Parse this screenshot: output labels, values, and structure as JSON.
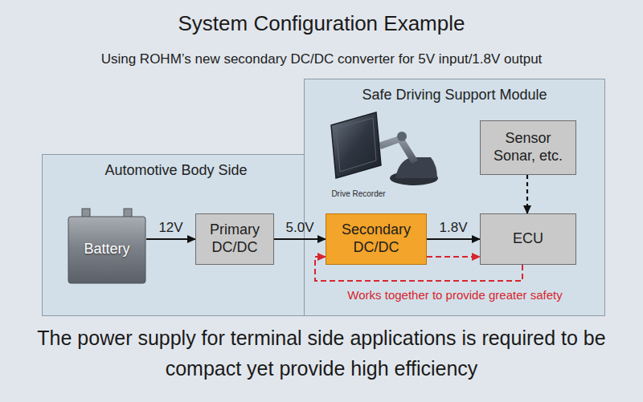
{
  "diagram": {
    "title": "System Configuration Example",
    "caption": "The power supply for terminal side applications is required to be compact yet provide high efficiency",
    "nodes": [
      {
        "text": [
          "Automotive Body Side"
        ]
      },
      {
        "text": [
          "Battery"
        ],
        "in": 0
      },
      {
        "text": [
          "Primary DC/DC"
        ],
        "in": 0
      },
      {
        "text": [
          "Safe Driving Support Module"
        ]
      },
      {
        "text": [
          "Sensor Sonar, etc."
        ],
        "in": 3
      },
      {
        "text": [
          "Secondary DC/DC"
        ],
        "in": 3
      },
      {
        "text": [
          "ECU"
        ],
        "in": 3
      }
    ],
    "edges": [
      {
        "from": 1,
        "to": 2,
        "arrow": "to",
        "label": "12V"
      },
      {
        "from": 2,
        "to": 5,
        "arrow": "to",
        "label": "5.0V"
      },
      {
        "from": 5,
        "to": 6,
        "arrow": "to",
        "label": "1.8V"
      },
      {
        "from": 4,
        "to": 6,
        "arrow": "to"
      },
      {
        "from": 5,
        "to": 6,
        "arrow": "to"
      },
      {
        "from": 6,
        "to": 5,
        "arrow": "to"
      }
    ],
    "labels": [
      "Using ROHM’s new secondary DC/DC converter for 5V input/1.8V output",
      "Drive Recorder",
      "Works together to provide greater safety"
    ]
  }
}
